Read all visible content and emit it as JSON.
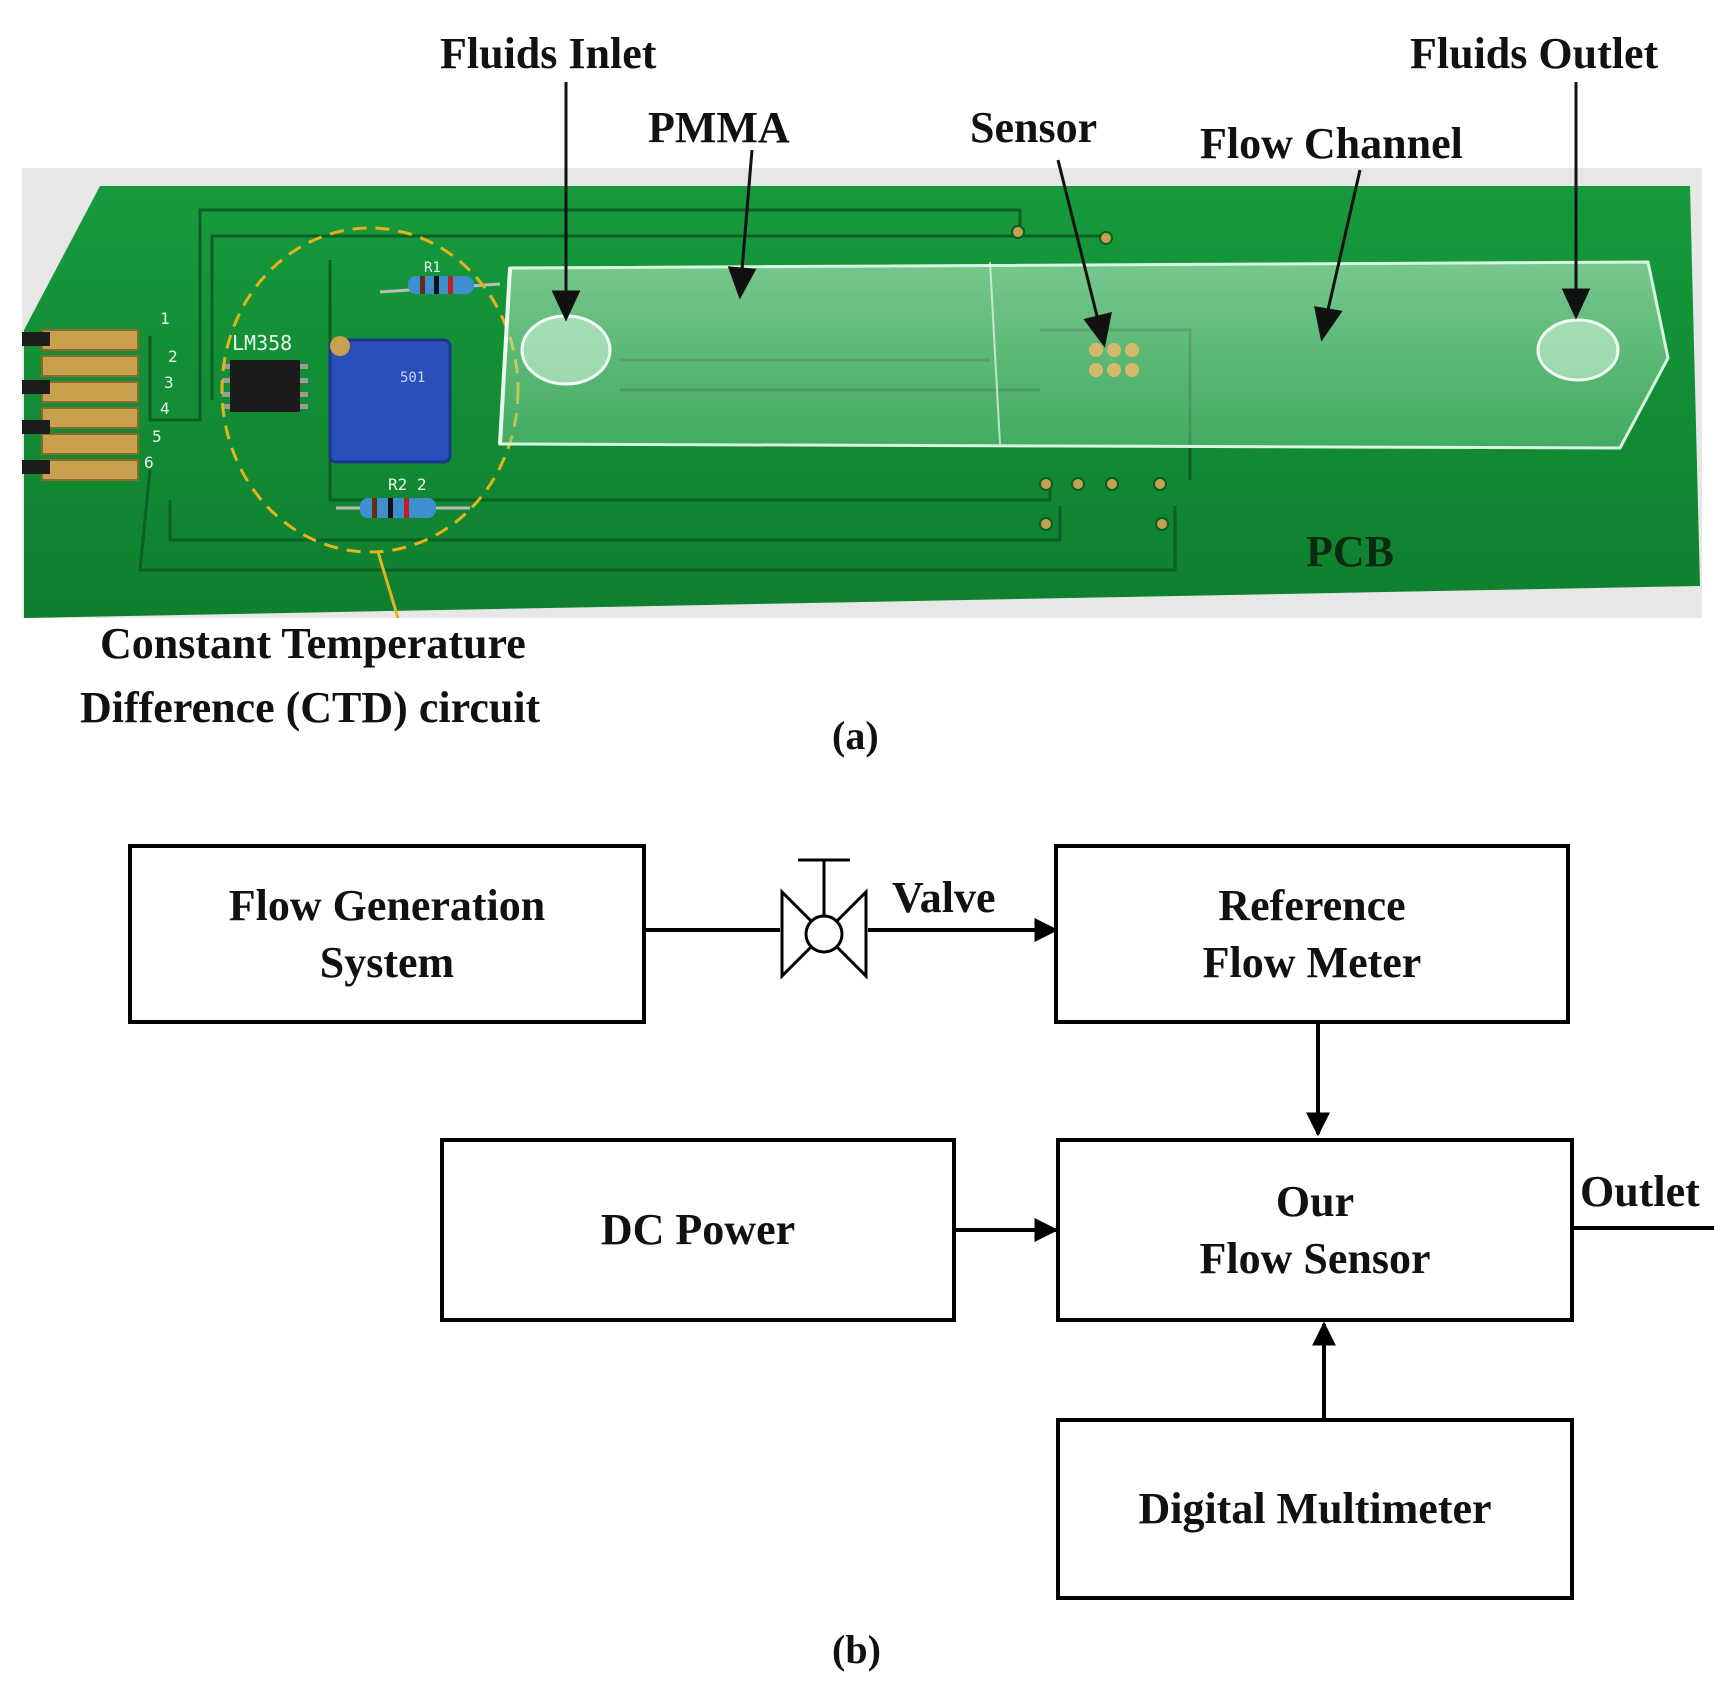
{
  "photo": {
    "labels": {
      "fluids_inlet": "Fluids Inlet",
      "pmma": "PMMA",
      "sensor": "Sensor",
      "flow_channel": "Flow Channel",
      "fluids_outlet": "Fluids Outlet",
      "pcb": "PCB",
      "ctd_line1": "Constant Temperature",
      "ctd_line2": "Difference (CTD) circuit"
    },
    "silkscreen": {
      "chip": "LM358",
      "r1": "R1",
      "r2": "R2 2",
      "pot": "501",
      "pins": [
        "1",
        "2",
        "3",
        "4",
        "5",
        "6"
      ]
    },
    "caption": "(a)"
  },
  "diagram": {
    "boxes": {
      "flow_generation": [
        "Flow Generation",
        "System"
      ],
      "reference_meter": [
        "Reference",
        "Flow Meter"
      ],
      "dc_power": [
        "DC Power"
      ],
      "our_sensor": [
        "Our",
        "Flow Sensor"
      ],
      "multimeter": [
        "Digital Multimeter"
      ]
    },
    "valve_label": "Valve",
    "outlet_label": "Outlet",
    "caption": "(b)"
  }
}
